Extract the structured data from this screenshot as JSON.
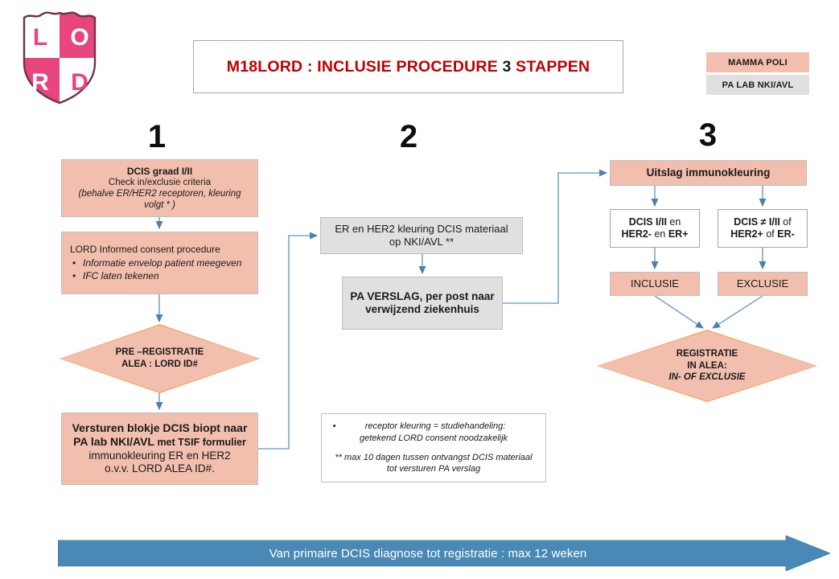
{
  "header": {
    "title_red_1": "M18LORD : INCLUSIE PROCEDURE ",
    "title_dark": "3",
    "title_red_2": " STAPPEN",
    "logo_letters": [
      "L",
      "O",
      "R",
      "D"
    ]
  },
  "legend": {
    "mamma_poli": "MAMMA POLI",
    "pa_lab": "PA LAB NKI/AVL"
  },
  "steps": {
    "one": "1",
    "two": "2",
    "three": "3"
  },
  "column1": {
    "dcis_graad": {
      "line1": "DCIS graad I/II",
      "line2": "Check in/exclusie criteria",
      "line3": "(behalve ER/HER2 receptoren, kleuring",
      "line4": "volgt * )"
    },
    "consent": {
      "header": "LORD Informed consent procedure",
      "bullets": [
        "Informatie envelop patient meegeven",
        "IFC laten tekenen"
      ]
    },
    "prereg_diamond": {
      "line1": "PRE –REGISTRATIE",
      "line2": "ALEA : LORD ID#"
    },
    "versturen": {
      "line1": "Versturen blokje DCIS biopt naar",
      "line2_bold": "PA lab NKI/AVL",
      "line2_small": " met TSIF formulier",
      "line3": "immunokleuring ER en HER2",
      "line4": "o.v.v. LORD ALEA ID#."
    }
  },
  "column2": {
    "kleuring": {
      "line1": "ER en HER2 kleuring DCIS materiaal",
      "line2": "op NKI/AVL **"
    },
    "pa_verslag": {
      "line1": "PA VERSLAG, per post naar",
      "line2": "verwijzend ziekenhuis"
    },
    "footnote": {
      "bullet": "•",
      "note1_line1": "receptor kleuring = studiehandeling:",
      "note1_line2": "getekend LORD consent noodzakelijk",
      "note2_line1": "** max 10 dagen tussen ontvangst DCIS materiaal",
      "note2_line2": "tot versturen PA verslag"
    }
  },
  "column3": {
    "uitslag": "Uitslag immunokleuring",
    "decision_left": {
      "line1_bold": "DCIS I/II",
      "line1_rest": "  en",
      "line2_bold_a": "HER2-",
      "line2_mid": " en  ",
      "line2_bold_b": "ER+"
    },
    "decision_right": {
      "line1_bold": "DCIS ≠ I/II",
      "line1_rest": " of",
      "line2_bold_a": "HER2+",
      "line2_mid": " of  ",
      "line2_bold_b": "ER-"
    },
    "inclusie": "INCLUSIE",
    "exclusie": "EXCLUSIE",
    "reg_diamond": {
      "line1": "REGISTRATIE",
      "line2": "IN ALEA:",
      "line3": "IN- OF EXCLUSIE"
    }
  },
  "banner": {
    "text": "Van primaire DCIS diagnose  tot registratie :   max 12 weken"
  },
  "colors": {
    "salmon": "#F2BFAE",
    "gray": "#E0E0E0",
    "blue": "#4A88B5",
    "connector_blue": "#5B9BD5",
    "title_red": "#C00000",
    "diamond_border": "#F5A75B",
    "logo_pink": "#E8457C"
  }
}
